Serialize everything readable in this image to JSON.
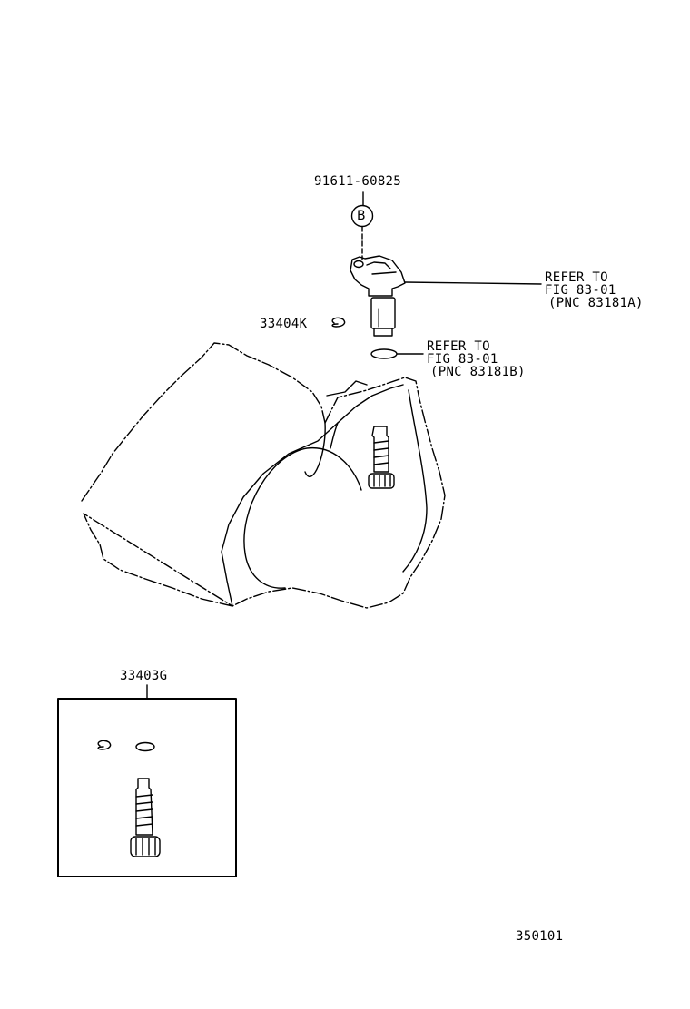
{
  "labels": {
    "bolt_part_no": "91611-60825",
    "bolt_marker": "B",
    "clip_part_no": "33404K",
    "driven_gear_kit_no": "33403G",
    "figure_no": "350101"
  },
  "references": [
    {
      "line1": "REFER TO",
      "line2": "FIG 83-01",
      "line3": "(PNC 83181A)"
    },
    {
      "line1": "REFER TO",
      "line2": "FIG 83-01",
      "line3": "(PNC 83181B)"
    }
  ],
  "colors": {
    "ink": "#000000",
    "paper": "#ffffff"
  }
}
